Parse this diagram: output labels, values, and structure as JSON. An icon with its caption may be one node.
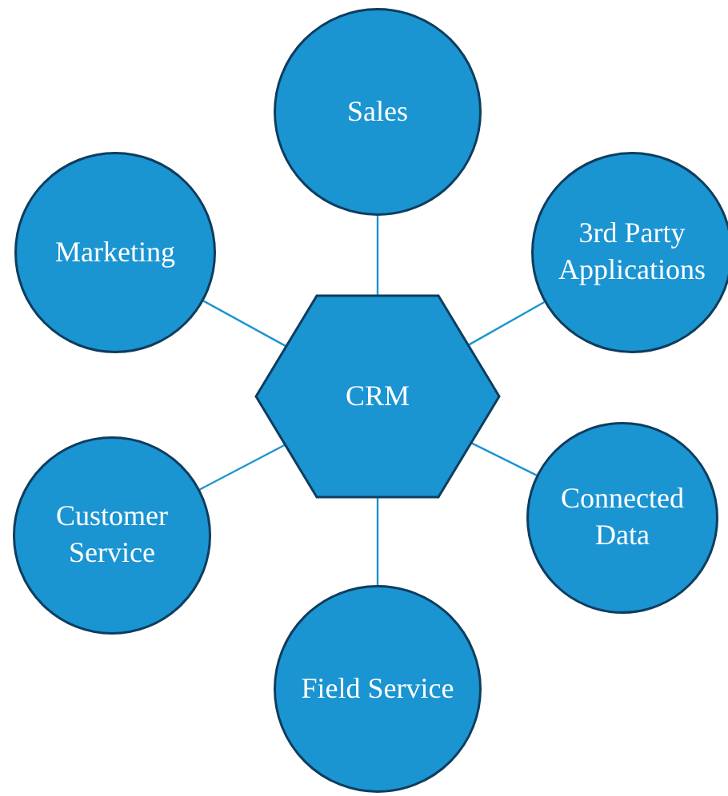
{
  "diagram": {
    "nodes": [
      {
        "text": [
          "Sales"
        ]
      },
      {
        "text": [
          "Marketing"
        ]
      },
      {
        "text": [
          "3rd Party Applications"
        ]
      },
      {
        "text": [
          "CRM"
        ]
      },
      {
        "text": [
          "Customer Service"
        ]
      },
      {
        "text": [
          "Connected Data"
        ]
      },
      {
        "text": [
          "Field Service"
        ]
      }
    ],
    "edges": [
      {
        "from": 3,
        "to": 0,
        "arrow": "none"
      },
      {
        "from": 3,
        "to": 1,
        "arrow": "none"
      },
      {
        "from": 3,
        "to": 2,
        "arrow": "none"
      },
      {
        "from": 3,
        "to": 4,
        "arrow": "none"
      },
      {
        "from": 3,
        "to": 5,
        "arrow": "none"
      },
      {
        "from": 3,
        "to": 6,
        "arrow": "none"
      }
    ]
  }
}
